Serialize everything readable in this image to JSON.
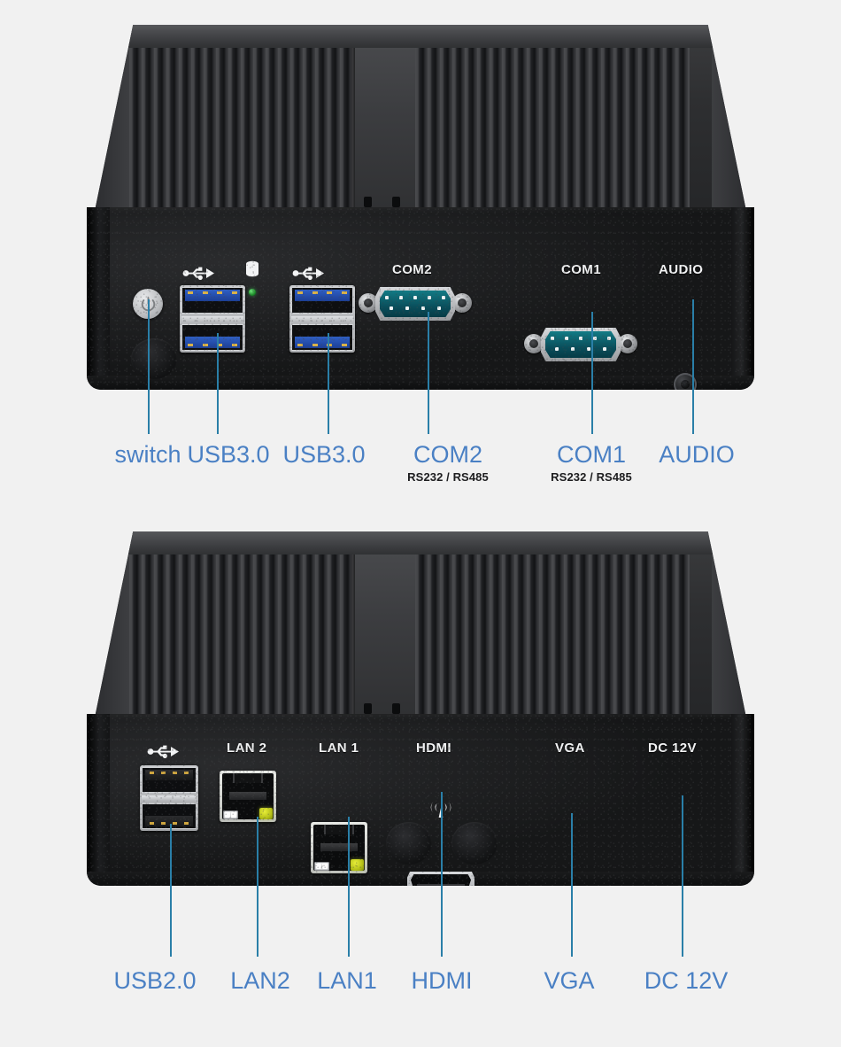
{
  "page": {
    "background_color": "#f1f1f1",
    "callout_color": "#4a80c4",
    "leader_color": "#2a7fa8",
    "silkscreen_color": "#f3f4f5"
  },
  "views": [
    {
      "id": "front-panel",
      "name": "Front I/O panel",
      "silkscreen": [
        {
          "name": "usb-icon-left",
          "glyph": "usb-icon"
        },
        {
          "name": "hdd-icon",
          "glyph": "hdd-icon"
        },
        {
          "name": "usb-icon-right",
          "glyph": "usb-icon"
        },
        {
          "name": "com2-silk",
          "text": "COM2"
        },
        {
          "name": "com1-silk",
          "text": "COM1"
        },
        {
          "name": "audio-silk",
          "text": "AUDIO"
        }
      ],
      "ports": [
        {
          "name": "power-button",
          "type": "power-button"
        },
        {
          "name": "antenna-plug-1",
          "type": "antenna-plug"
        },
        {
          "name": "usb3-pair-left",
          "type": "usb3"
        },
        {
          "name": "hdd-led",
          "type": "led",
          "color": "#3fd05a"
        },
        {
          "name": "usb3-pair-right",
          "type": "usb3"
        },
        {
          "name": "com2-port",
          "type": "db9"
        },
        {
          "name": "com1-port",
          "type": "db9"
        },
        {
          "name": "audio-jack",
          "type": "audio-jack"
        }
      ],
      "callouts": [
        {
          "name": "callout-switch",
          "label": "switch",
          "sub": ""
        },
        {
          "name": "callout-usb30-1",
          "label": "USB3.0",
          "sub": ""
        },
        {
          "name": "callout-usb30-2",
          "label": "USB3.0",
          "sub": ""
        },
        {
          "name": "callout-com2",
          "label": "COM2",
          "sub": "RS232 / RS485"
        },
        {
          "name": "callout-com1",
          "label": "COM1",
          "sub": "RS232 / RS485"
        },
        {
          "name": "callout-audio",
          "label": "AUDIO",
          "sub": ""
        }
      ]
    },
    {
      "id": "rear-panel",
      "name": "Rear I/O panel",
      "silkscreen": [
        {
          "name": "usb-icon-rear",
          "glyph": "usb-icon"
        },
        {
          "name": "lan2-silk",
          "text": "LAN 2"
        },
        {
          "name": "lan1-silk",
          "text": "LAN 1"
        },
        {
          "name": "hdmi-silk",
          "text": "HDMI"
        },
        {
          "name": "wifi-icon",
          "glyph": "wifi-icon"
        },
        {
          "name": "vga-silk",
          "text": "VGA"
        },
        {
          "name": "dc12v-silk",
          "text": "DC 12V"
        }
      ],
      "ports": [
        {
          "name": "usb2-pair",
          "type": "usb2"
        },
        {
          "name": "lan2-port",
          "type": "rj45"
        },
        {
          "name": "lan1-port",
          "type": "rj45"
        },
        {
          "name": "hdmi-port",
          "type": "hdmi"
        },
        {
          "name": "antenna-plug-2",
          "type": "antenna-plug"
        },
        {
          "name": "antenna-plug-3",
          "type": "antenna-plug"
        },
        {
          "name": "vga-port",
          "type": "vga"
        },
        {
          "name": "dc-power-jack",
          "type": "dc-jack"
        }
      ],
      "callouts": [
        {
          "name": "callout-usb20",
          "label": "USB2.0",
          "sub": ""
        },
        {
          "name": "callout-lan2",
          "label": "LAN2",
          "sub": ""
        },
        {
          "name": "callout-lan1",
          "label": "LAN1",
          "sub": ""
        },
        {
          "name": "callout-hdmi",
          "label": "HDMI",
          "sub": ""
        },
        {
          "name": "callout-vga",
          "label": "VGA",
          "sub": ""
        },
        {
          "name": "callout-dc12v",
          "label": "DC 12V",
          "sub": ""
        }
      ]
    }
  ]
}
